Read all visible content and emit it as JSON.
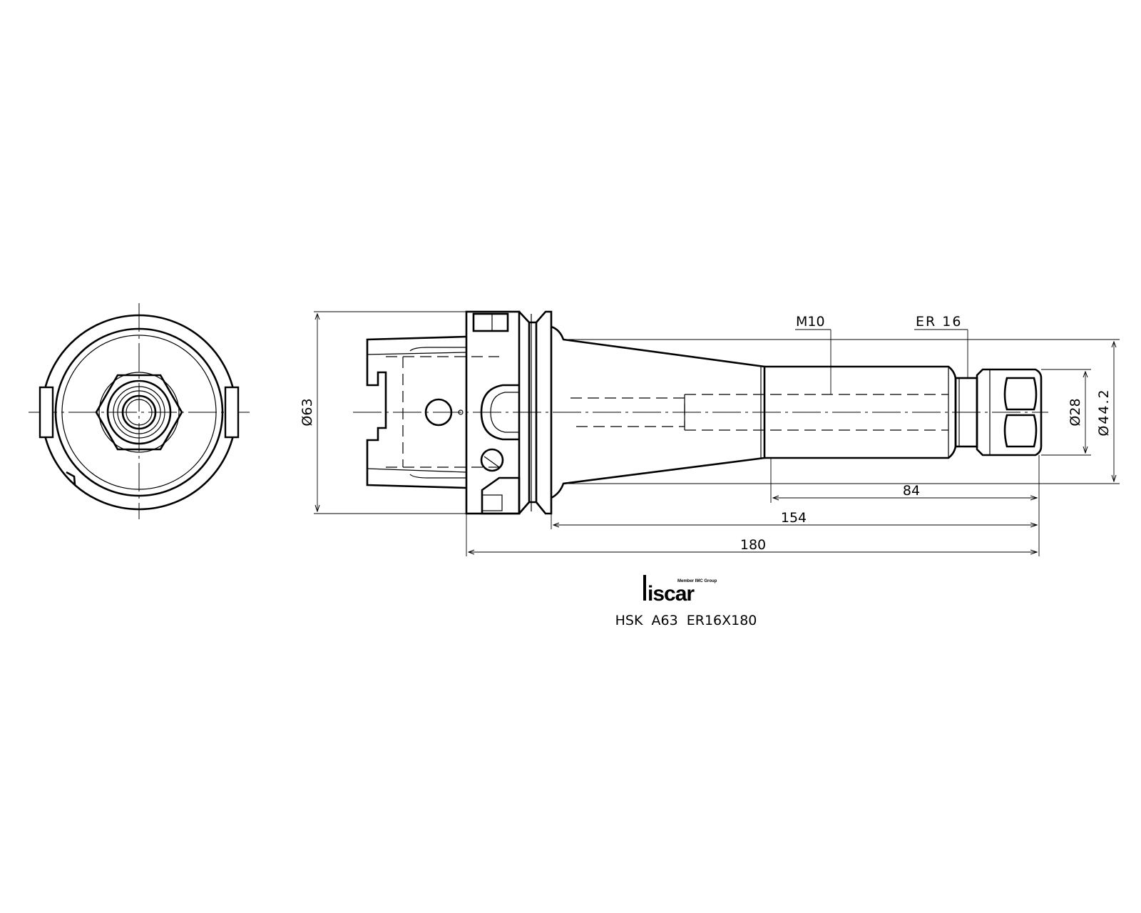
{
  "dimensions": {
    "flange_diameter": "Ø63",
    "collet_nut_diameter": "Ø28",
    "nose_diameter": "Ø44.2",
    "thread": "M10",
    "collet_type": "ER 16",
    "length_front": "84",
    "length_gauge": "154",
    "length_overall": "180"
  },
  "logo": {
    "tagline": "Member IMC Group",
    "brand": "iscar"
  },
  "title": {
    "designation": "HSK  A63  ER16X180"
  }
}
